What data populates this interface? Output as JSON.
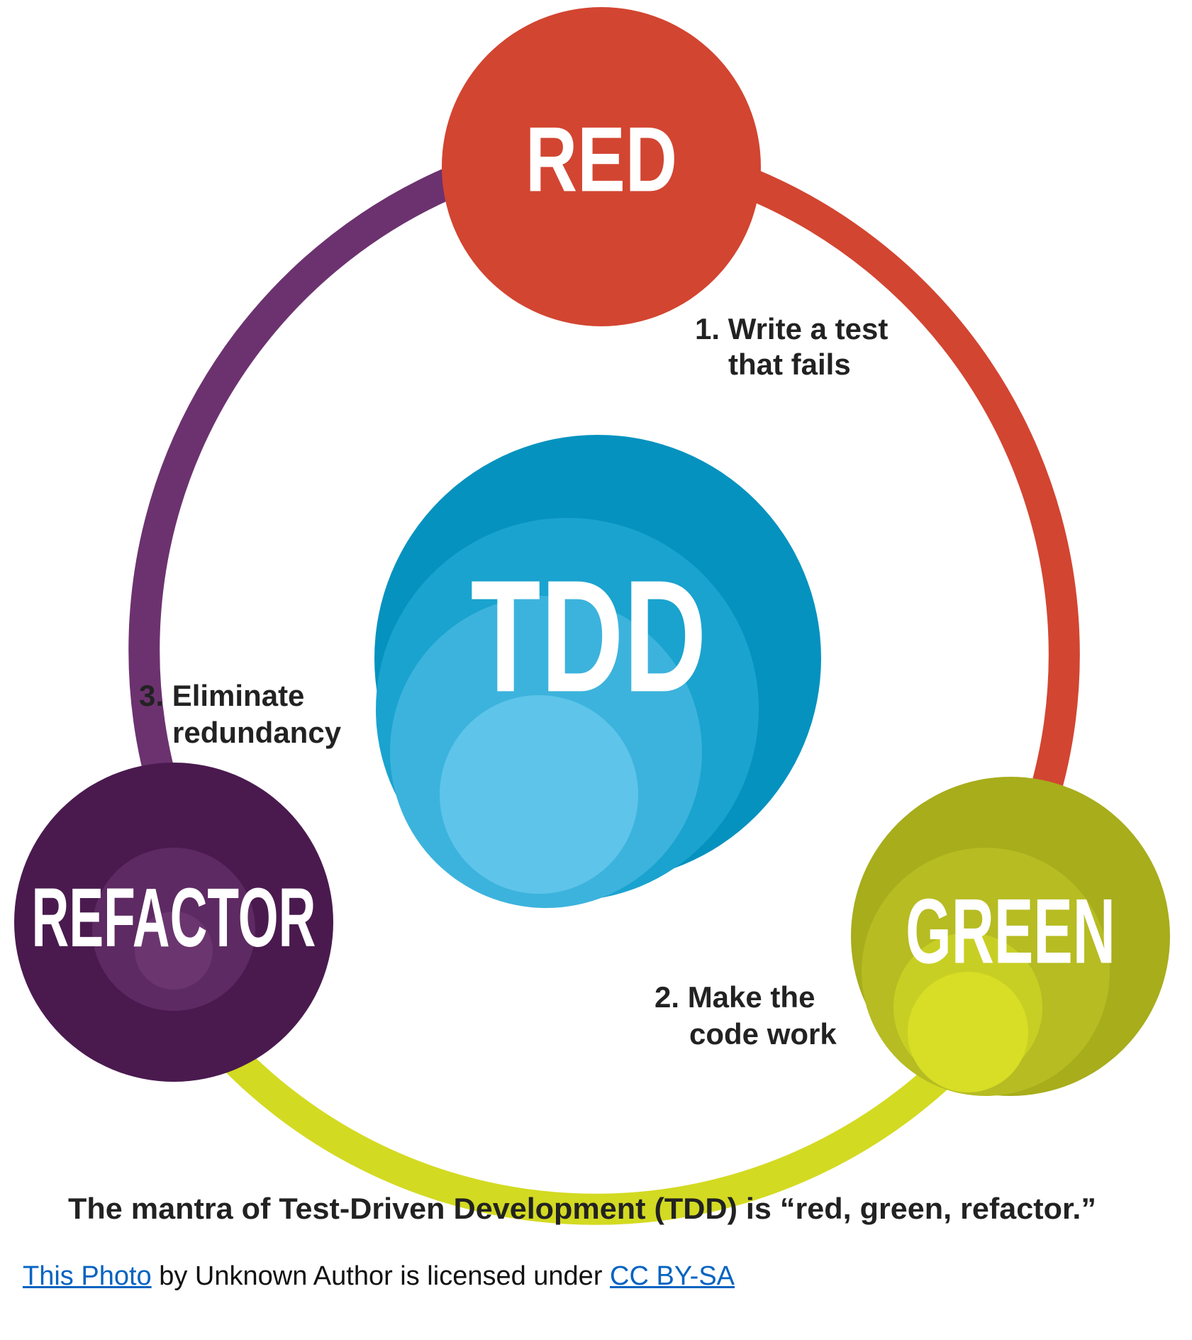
{
  "nodes": {
    "red": {
      "label": "RED",
      "color": "#d24531"
    },
    "green": {
      "label": "GREEN",
      "color": "#a7ad1b"
    },
    "refactor": {
      "label": "REFACTOR",
      "color": "#4a1a4f"
    },
    "center": {
      "label": "TDD",
      "color": "#0592bf"
    }
  },
  "arcs": {
    "red_to_green": "#d24531",
    "green_to_refactor": "#d3da22",
    "refactor_to_red": "#6c326f"
  },
  "steps": {
    "step1": {
      "line1": "1. Write a test",
      "line2": "that fails"
    },
    "step2": {
      "line1": "2. Make the",
      "line2": "code work"
    },
    "step3": {
      "line1": "3. Eliminate",
      "line2": "redundancy"
    }
  },
  "caption": "The mantra of Test-Driven Development (TDD) is “red, green, refactor.”",
  "credit": {
    "photo_link": "This Photo",
    "middle": " by Unknown Author is licensed under ",
    "license_link": "CC BY-SA"
  }
}
